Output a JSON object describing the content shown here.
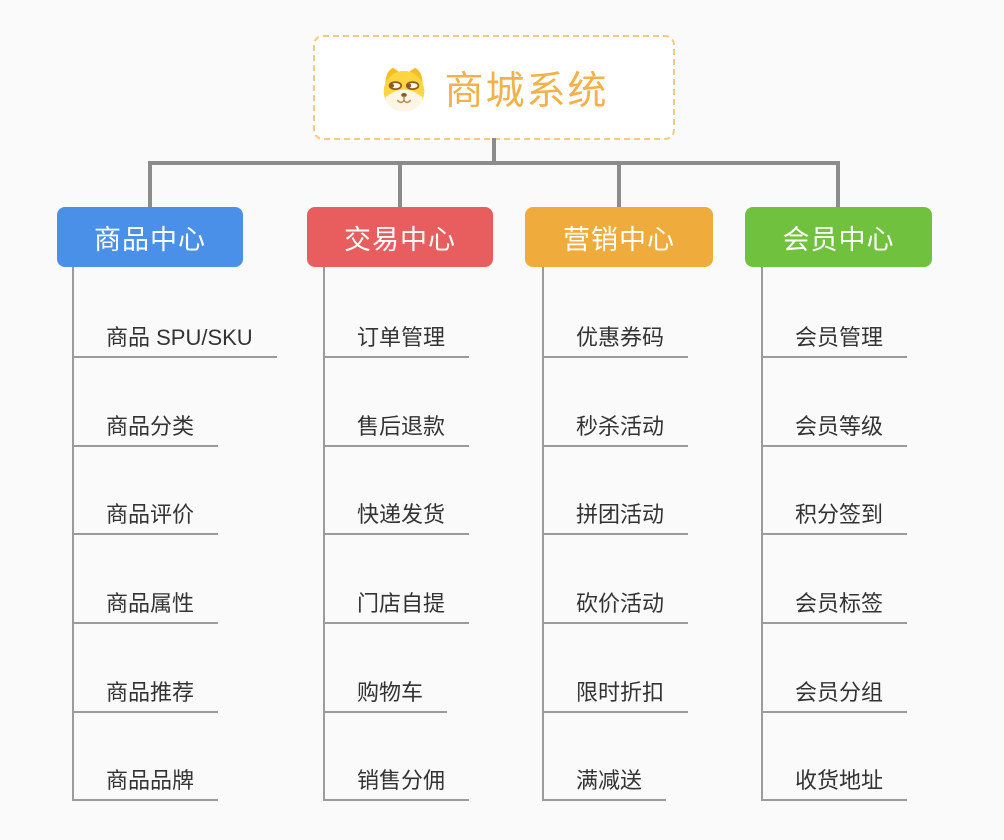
{
  "root": {
    "title": "商城系统",
    "accent_color": "#f2b14a",
    "border_color": "#f6c983",
    "icon": "dog-face-icon"
  },
  "connector_color": "#8c8c8c",
  "branches": [
    {
      "label": "商品中心",
      "color": "#4a90e8",
      "items": [
        "商品 SPU/SKU",
        "商品分类",
        "商品评价",
        "商品属性",
        "商品推荐",
        "商品品牌"
      ]
    },
    {
      "label": "交易中心",
      "color": "#e85d5d",
      "items": [
        "订单管理",
        "售后退款",
        "快递发货",
        "门店自提",
        "购物车",
        "销售分佣"
      ]
    },
    {
      "label": "营销中心",
      "color": "#efac3d",
      "items": [
        "优惠券码",
        "秒杀活动",
        "拼团活动",
        "砍价活动",
        "限时折扣",
        "满减送"
      ]
    },
    {
      "label": "会员中心",
      "color": "#6fc13e",
      "items": [
        "会员管理",
        "会员等级",
        "积分签到",
        "会员标签",
        "会员分组",
        "收货地址"
      ]
    }
  ]
}
